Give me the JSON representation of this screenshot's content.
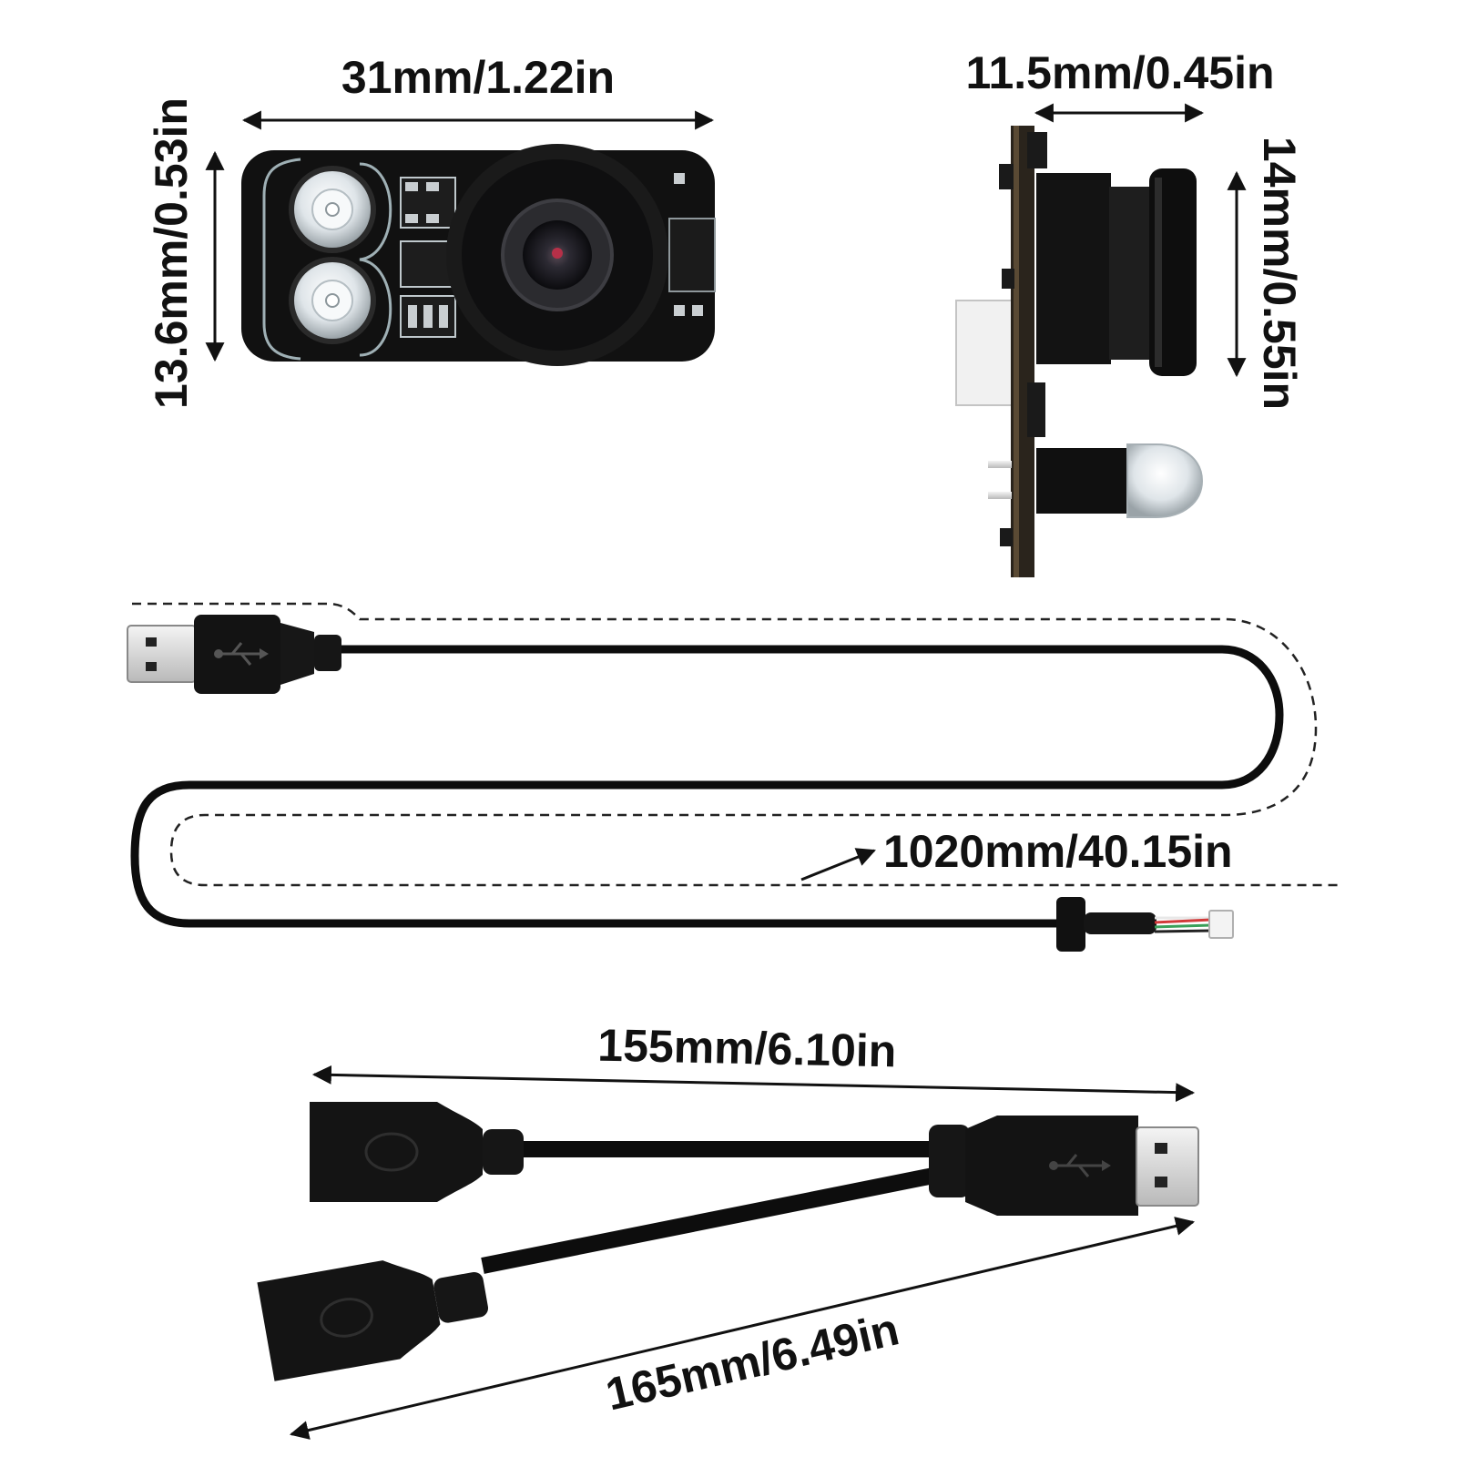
{
  "dimensions": {
    "board_front_width": "31mm/1.22in",
    "board_front_height": "13.6mm/0.53in",
    "board_side_depth": "11.5mm/0.45in",
    "board_side_height": "14mm/0.55in",
    "camera_cable_length": "1020mm/40.15in",
    "splitter_short_branch": "155mm/6.10in",
    "splitter_long_branch": "165mm/6.49in"
  },
  "colors": {
    "background": "#ffffff",
    "pcb": "#111111",
    "cable": "#0d0d0d",
    "dimension_lines": "#111111",
    "lens_ring": "#1a1a1a",
    "led_lens": "#e9edf0",
    "connector_white": "#f3f3f3",
    "wire_red": "#d23a3a",
    "wire_green": "#3aa05a",
    "wire_black": "#222222",
    "wire_white": "#e8e8e8"
  },
  "icons": {
    "usb_symbol": "usb-icon",
    "led": "led-icon",
    "lens": "lens-icon"
  }
}
